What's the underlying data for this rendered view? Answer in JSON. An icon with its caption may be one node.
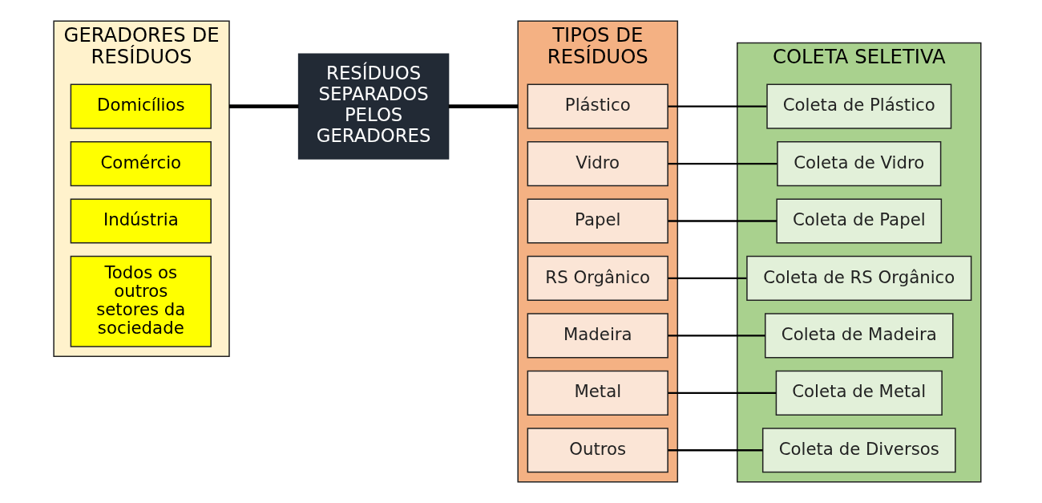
{
  "diagram": {
    "nodes": [
      {
        "text": [
          "GERADORES DE RESÍDUOS"
        ]
      },
      {
        "text": [
          "Domicílios"
        ],
        "in": 0
      },
      {
        "text": [
          "Comércio"
        ],
        "in": 0
      },
      {
        "text": [
          "Indústria"
        ],
        "in": 0
      },
      {
        "text": [
          "Todos os outros setores da sociedade"
        ],
        "in": 0
      },
      {
        "text": [
          "RESÍDUOS SEPARADOS PELOS GERADORES"
        ]
      },
      {
        "text": [
          "TIPOS DE RESÍDUOS"
        ]
      },
      {
        "text": [
          "Plástico"
        ],
        "in": 6
      },
      {
        "text": [
          "Vidro"
        ],
        "in": 6
      },
      {
        "text": [
          "Papel"
        ],
        "in": 6
      },
      {
        "text": [
          "RS Orgânico"
        ],
        "in": 6
      },
      {
        "text": [
          "Madeira"
        ],
        "in": 6
      },
      {
        "text": [
          "Metal"
        ],
        "in": 6
      },
      {
        "text": [
          "Outros"
        ],
        "in": 6
      },
      {
        "text": [
          "COLETA SELETIVA"
        ]
      },
      {
        "text": [
          "Coleta de Plástico"
        ],
        "in": 14
      },
      {
        "text": [
          "Coleta de Vidro"
        ],
        "in": 14
      },
      {
        "text": [
          "Coleta de Papel"
        ],
        "in": 14
      },
      {
        "text": [
          "Coleta de RS Orgânico"
        ],
        "in": 14
      },
      {
        "text": [
          "Coleta de Madeira"
        ],
        "in": 14
      },
      {
        "text": [
          "Coleta de Metal"
        ],
        "in": 14
      },
      {
        "text": [
          "Coleta de Diversos"
        ],
        "in": 14
      }
    ],
    "edges": [
      {
        "from": 0,
        "to": 5,
        "arrow": "none",
        "style": "thick"
      },
      {
        "from": 5,
        "to": 6,
        "arrow": "none",
        "style": "thick"
      },
      {
        "from": 7,
        "to": 15,
        "arrow": "none"
      },
      {
        "from": 8,
        "to": 16,
        "arrow": "none"
      },
      {
        "from": 9,
        "to": 17,
        "arrow": "none"
      },
      {
        "from": 10,
        "to": 18,
        "arrow": "none"
      },
      {
        "from": 11,
        "to": 19,
        "arrow": "none"
      },
      {
        "from": 12,
        "to": 20,
        "arrow": "none"
      },
      {
        "from": 13,
        "to": 21,
        "arrow": "none"
      }
    ]
  }
}
